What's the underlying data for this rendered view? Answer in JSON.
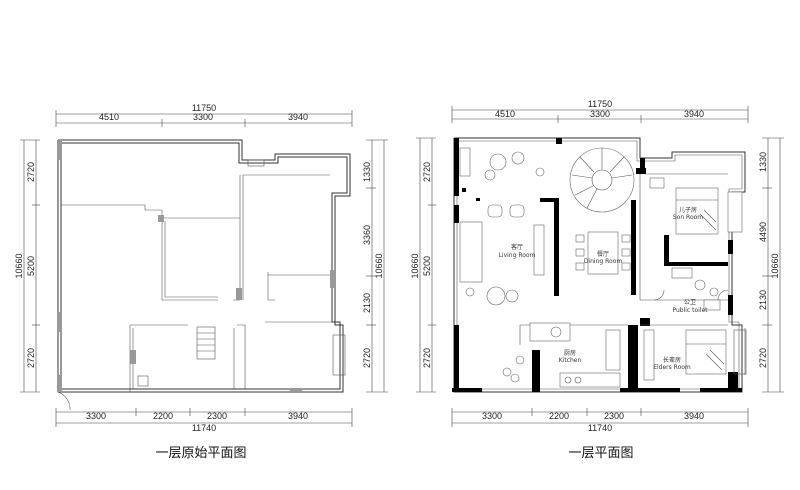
{
  "plans": {
    "left": {
      "caption": "一层原始平面图",
      "top_total": "11750",
      "top_segments": [
        "4510",
        "3300",
        "3940"
      ],
      "bottom_segments": [
        "3300",
        "2200",
        "2300",
        "3940"
      ],
      "bottom_total": "11740",
      "left_total": "10660",
      "left_segments": [
        "2720",
        "5200",
        "2720"
      ],
      "right_total": "10660",
      "right_segments": [
        "1330",
        "3360",
        "2130",
        "2720"
      ]
    },
    "right": {
      "caption": "一层平面图",
      "top_total": "11750",
      "top_segments": [
        "4510",
        "3300",
        "3940"
      ],
      "bottom_segments": [
        "3300",
        "2200",
        "2300",
        "3940"
      ],
      "bottom_total": "11740",
      "left_total": "10660",
      "left_segments": [
        "2720",
        "5200",
        "2720"
      ],
      "right_total": "10660",
      "right_segments": [
        "1330",
        "4490",
        "2130",
        "2720"
      ],
      "rooms": {
        "living_cn": "客厅",
        "living_en": "Living Room",
        "dining_cn": "餐厅",
        "dining_en": "Dining Room",
        "son_cn": "儿子房",
        "son_en": "Son Room",
        "toilet_cn": "公卫",
        "toilet_en": "Public toilet",
        "kitchen_cn": "厨房",
        "kitchen_en": "Kitchen",
        "elders_cn": "长辈房",
        "elders_en": "Elders Room"
      }
    }
  }
}
